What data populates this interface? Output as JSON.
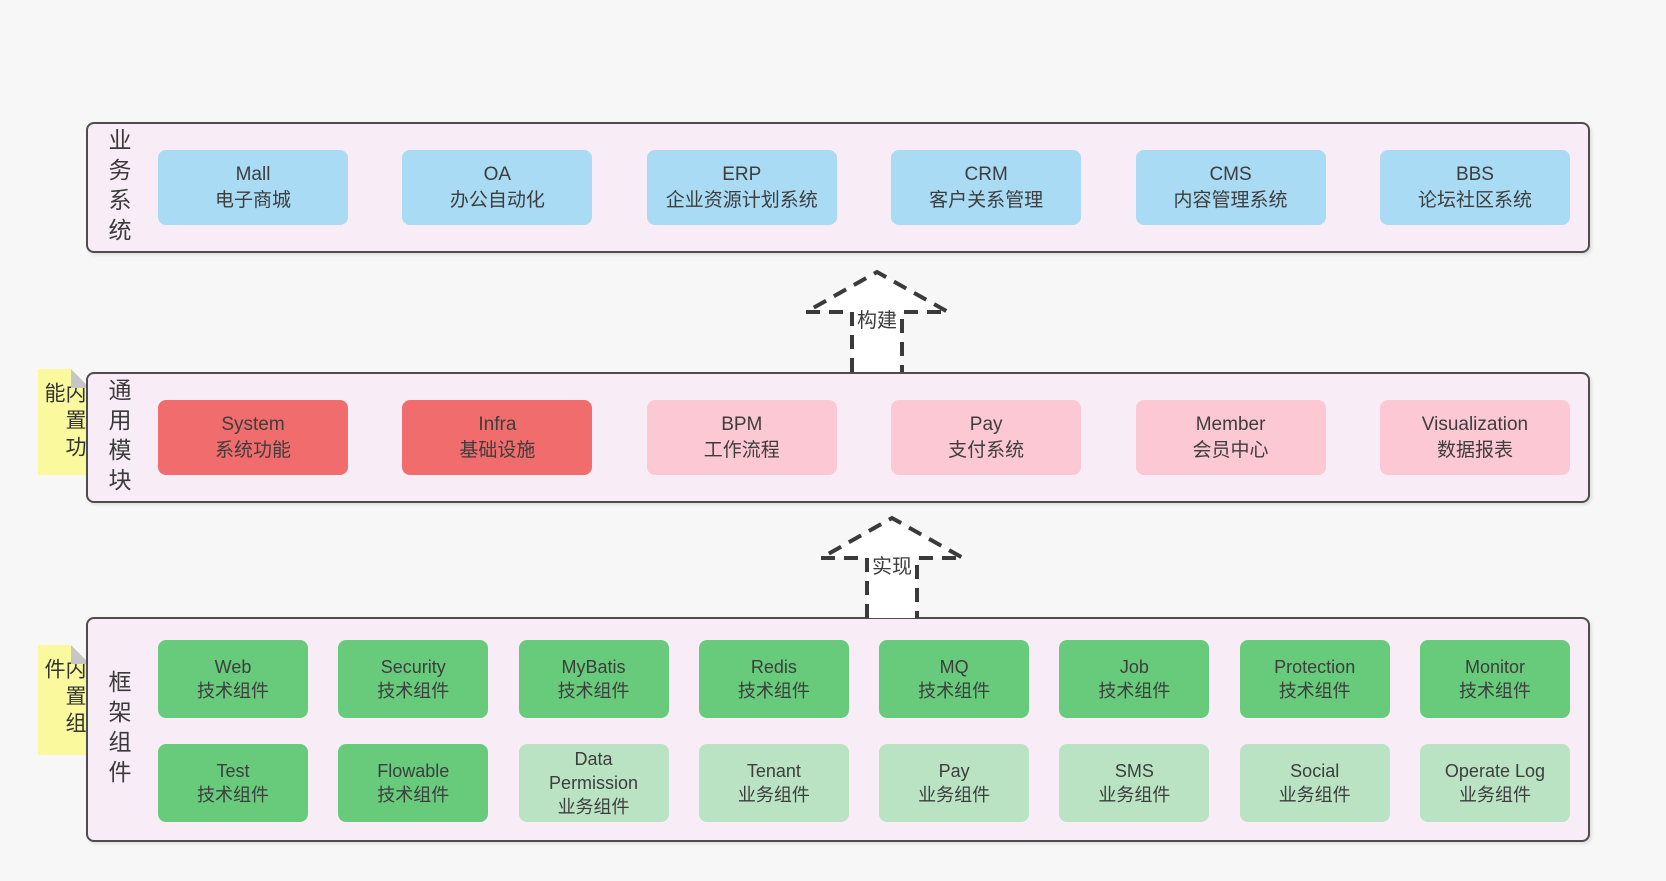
{
  "diagram": {
    "layers": [
      {
        "id": "business",
        "label": "业务系统",
        "items": [
          {
            "name": "Mall",
            "desc": "电子商城"
          },
          {
            "name": "OA",
            "desc": "办公自动化"
          },
          {
            "name": "ERP",
            "desc": "企业资源计划系统"
          },
          {
            "name": "CRM",
            "desc": "客户关系管理"
          },
          {
            "name": "CMS",
            "desc": "内容管理系统"
          },
          {
            "name": "BBS",
            "desc": "论坛社区系统"
          }
        ]
      },
      {
        "id": "modules",
        "label": "通用模块",
        "note": "内置功能",
        "items": [
          {
            "name": "System",
            "desc": "系统功能",
            "variant": "red"
          },
          {
            "name": "Infra",
            "desc": "基础设施",
            "variant": "red"
          },
          {
            "name": "BPM",
            "desc": "工作流程",
            "variant": "pink"
          },
          {
            "name": "Pay",
            "desc": "支付系统",
            "variant": "pink"
          },
          {
            "name": "Member",
            "desc": "会员中心",
            "variant": "pink"
          },
          {
            "name": "Visualization",
            "desc": "数据报表",
            "variant": "pink"
          }
        ]
      },
      {
        "id": "framework",
        "label": "框架组件",
        "note": "内置组件",
        "rows": [
          [
            {
              "name": "Web",
              "desc": "技术组件",
              "variant": "green"
            },
            {
              "name": "Security",
              "desc": "技术组件",
              "variant": "green"
            },
            {
              "name": "MyBatis",
              "desc": "技术组件",
              "variant": "green"
            },
            {
              "name": "Redis",
              "desc": "技术组件",
              "variant": "green"
            },
            {
              "name": "MQ",
              "desc": "技术组件",
              "variant": "green"
            },
            {
              "name": "Job",
              "desc": "技术组件",
              "variant": "green"
            },
            {
              "name": "Protection",
              "desc": "技术组件",
              "variant": "green"
            },
            {
              "name": "Monitor",
              "desc": "技术组件",
              "variant": "green"
            }
          ],
          [
            {
              "name": "Test",
              "desc": "技术组件",
              "variant": "green"
            },
            {
              "name": "Flowable",
              "desc": "技术组件",
              "variant": "green"
            },
            {
              "name": "Data Permission",
              "desc": "业务组件",
              "variant": "green-light"
            },
            {
              "name": "Tenant",
              "desc": "业务组件",
              "variant": "green-light"
            },
            {
              "name": "Pay",
              "desc": "业务组件",
              "variant": "green-light"
            },
            {
              "name": "SMS",
              "desc": "业务组件",
              "variant": "green-light"
            },
            {
              "name": "Social",
              "desc": "业务组件",
              "variant": "green-light"
            },
            {
              "name": "Operate Log",
              "desc": "业务组件",
              "variant": "green-light"
            }
          ]
        ]
      }
    ],
    "arrows": [
      {
        "id": "build",
        "label": "构建"
      },
      {
        "id": "implement",
        "label": "实现"
      }
    ],
    "colors": {
      "page_bg": "#f7f7f7",
      "layer_bg": "#f8edf6",
      "layer_border": "#4d4d4d",
      "business_box": "#a9dbf4",
      "module_core_box": "#f16d6d",
      "module_optional_box": "#fcc8d3",
      "tech_component_box": "#68cb7c",
      "biz_component_box": "#b9e3c3",
      "note_bg": "#fbf99e",
      "arrow_stroke": "#3a3a3a"
    }
  }
}
